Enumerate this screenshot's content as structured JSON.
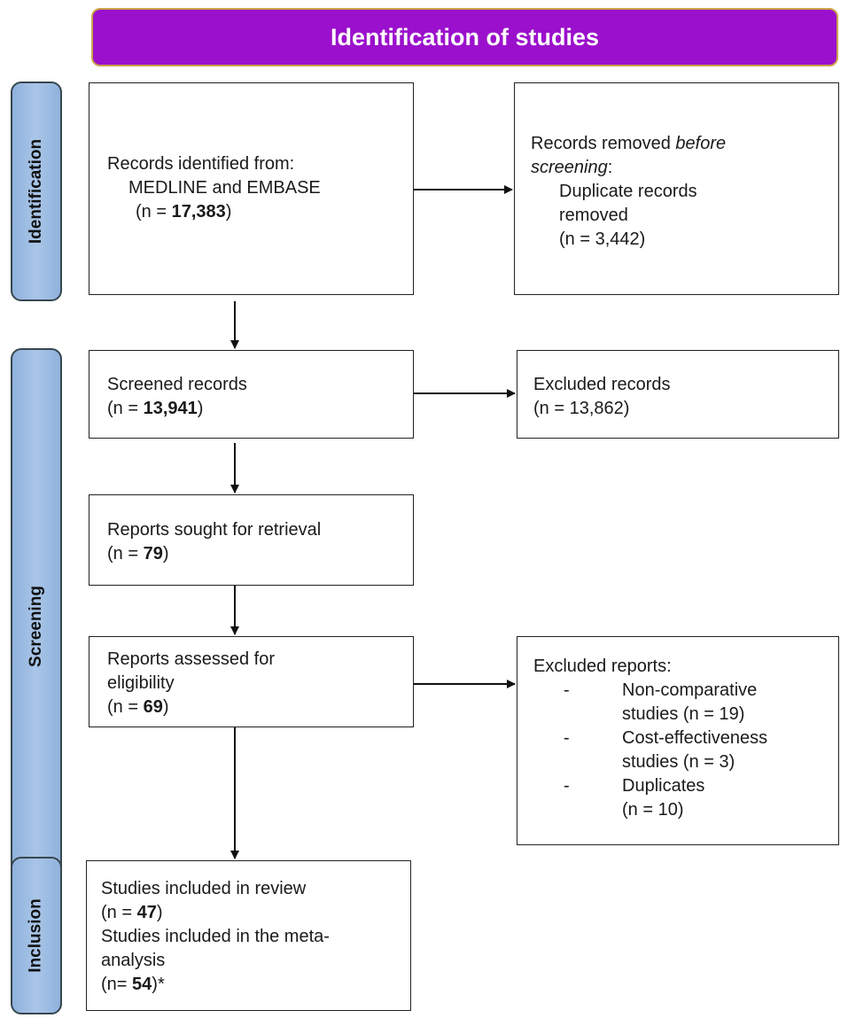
{
  "header": {
    "title": "Identification of studies"
  },
  "stages": {
    "identification": "Identification",
    "screening": "Screening",
    "inclusion": "Inclusion"
  },
  "boxes": {
    "records_identified": {
      "line1": "Records identified from:",
      "line2": "MEDLINE and EMBASE",
      "count_prefix": "(n = ",
      "count": "17,383",
      "count_suffix": ")"
    },
    "records_removed": {
      "line1_a": "Records removed ",
      "line1_b": "before",
      "line2_a": "screening",
      "line2_b": ":",
      "line3": "Duplicate records",
      "line4": "removed",
      "line5": "(n = 3,442)"
    },
    "screened": {
      "line1": "Screened records",
      "count_prefix": "(n = ",
      "count": "13,941",
      "count_suffix": ")"
    },
    "excluded_records": {
      "line1": "Excluded records",
      "line2": "(n = 13,862)"
    },
    "sought": {
      "line1": "Reports sought for retrieval",
      "count_prefix": "(n = ",
      "count": "79",
      "count_suffix": ")"
    },
    "assessed": {
      "line1": "Reports assessed for",
      "line2": "eligibility",
      "count_prefix": "(n = ",
      "count": "69",
      "count_suffix": ")"
    },
    "excluded_reports": {
      "title": "Excluded reports:",
      "items": [
        {
          "dash": "-",
          "line1": "Non-comparative",
          "line2": "studies (n = 19)"
        },
        {
          "dash": "-",
          "line1": "Cost-effectiveness",
          "line2": "studies (n = 3)"
        },
        {
          "dash": "-",
          "line1": "Duplicates",
          "line2": "(n = 10)"
        }
      ]
    },
    "included": {
      "line1": "Studies included in review",
      "count1_prefix": "(n = ",
      "count1": "47",
      "count1_suffix": ")",
      "line2": "Studies included in the meta-",
      "line3": "analysis",
      "count2_prefix": "(n= ",
      "count2": "54",
      "count2_suffix": ")*"
    }
  }
}
